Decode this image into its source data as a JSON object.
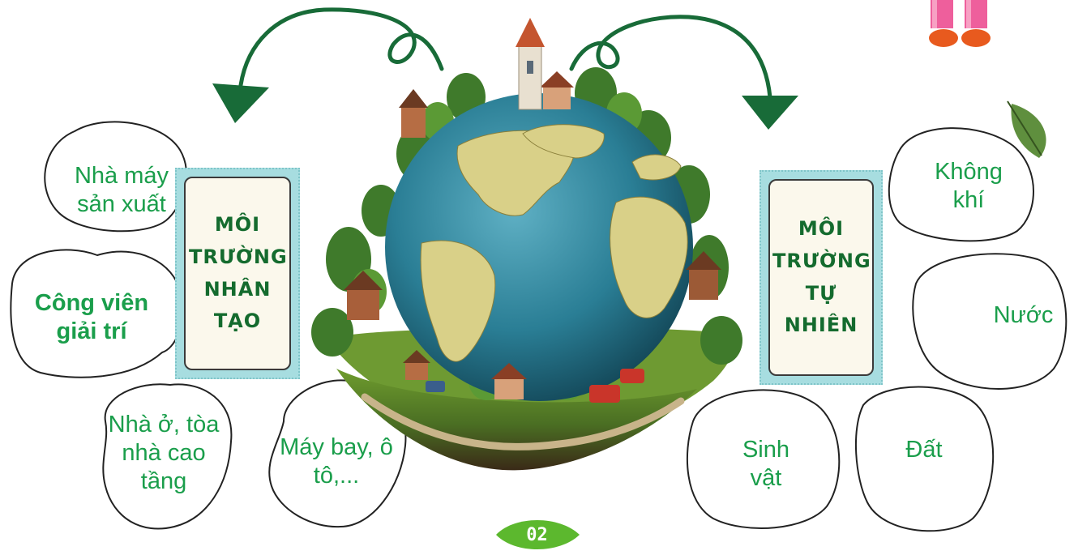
{
  "cards": {
    "artificial": "MÔI TRƯỜNG NHÂN TẠO",
    "natural": "MÔI TRƯỜNG TỰ NHIÊN"
  },
  "left_items": {
    "factory": "Nhà máy sản xuất",
    "park": "Công viên giải trí",
    "housing": "Nhà ở, tòa nhà cao tầng",
    "vehicles": "Máy bay, ô tô,..."
  },
  "right_items": {
    "air": "Không khí",
    "water": "Nước",
    "organisms": "Sinh vật",
    "soil": "Đất"
  },
  "page_number": "02",
  "colors": {
    "label_green": "#1a9e4b",
    "card_title": "#146b2e",
    "arrow": "#186b38",
    "page_leaf": "#5cb82e",
    "card_frame": "#a7dde0",
    "card_fill": "#fbf8ec"
  }
}
